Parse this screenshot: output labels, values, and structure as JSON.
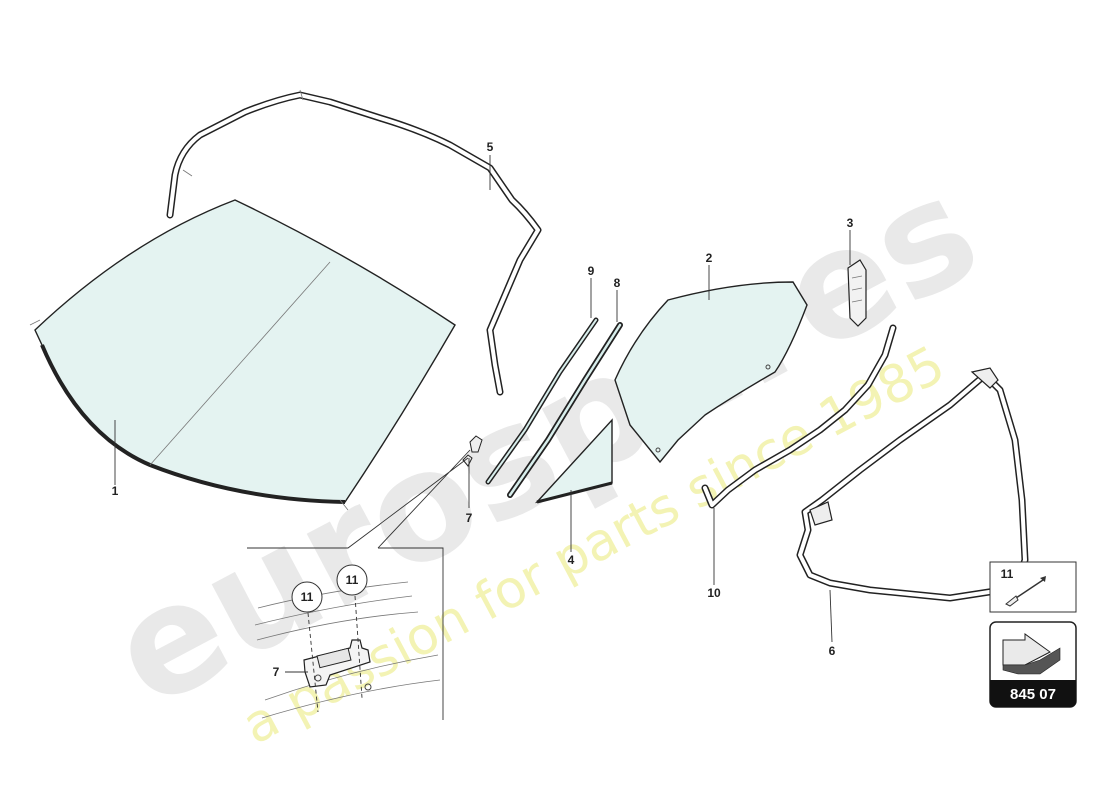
{
  "watermark": {
    "brand": "eurospares",
    "tagline": "a passion for parts since 1985"
  },
  "callouts": {
    "c1": "1",
    "c2": "2",
    "c3": "3",
    "c4": "4",
    "c5": "5",
    "c6": "6",
    "c7a": "7",
    "c7b": "7",
    "c8": "8",
    "c9": "9",
    "c10": "10",
    "c11a": "11",
    "c11b": "11",
    "c11legend": "11"
  },
  "reference": {
    "code": "845 07"
  },
  "colors": {
    "glass": "#e4f3f1",
    "line": "#222222",
    "watermark": "#e9e9e9",
    "tagline": "#f3f3b4",
    "badge": "#111111"
  }
}
